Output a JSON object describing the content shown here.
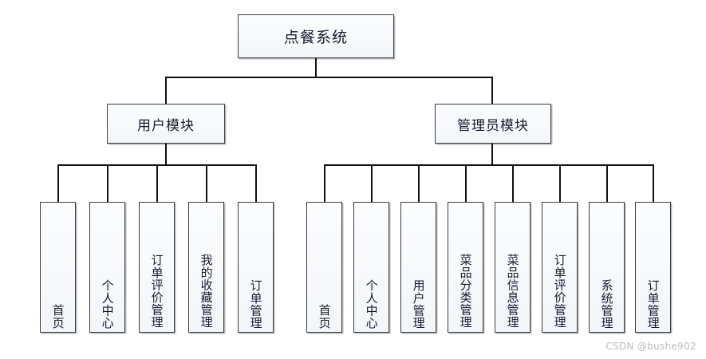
{
  "diagram": {
    "type": "tree",
    "title_node": "点餐系统",
    "root": {
      "label": "点餐系统"
    },
    "modules": [
      {
        "label": "用户模块"
      },
      {
        "label": "管理员模块"
      }
    ],
    "user_module_children": [
      {
        "label": "首页"
      },
      {
        "label": "个人中心"
      },
      {
        "label": "订单评价管理"
      },
      {
        "label": "我的收藏管理"
      },
      {
        "label": "订单管理"
      }
    ],
    "admin_module_children": [
      {
        "label": "首页"
      },
      {
        "label": "个人中心"
      },
      {
        "label": "用户管理"
      },
      {
        "label": "菜品分类管理"
      },
      {
        "label": "菜品信息管理"
      },
      {
        "label": "订单评价管理"
      },
      {
        "label": "系统管理"
      },
      {
        "label": "订单管理"
      }
    ]
  },
  "watermark": {
    "text": "CSDN @bushe902"
  },
  "colors": {
    "node_border": "#3c3c3c",
    "node_fill": "#f7f9fc",
    "connector": "#111111",
    "text": "#1a1a2e",
    "watermark": "#bdbdbd",
    "background": "#ffffff"
  }
}
